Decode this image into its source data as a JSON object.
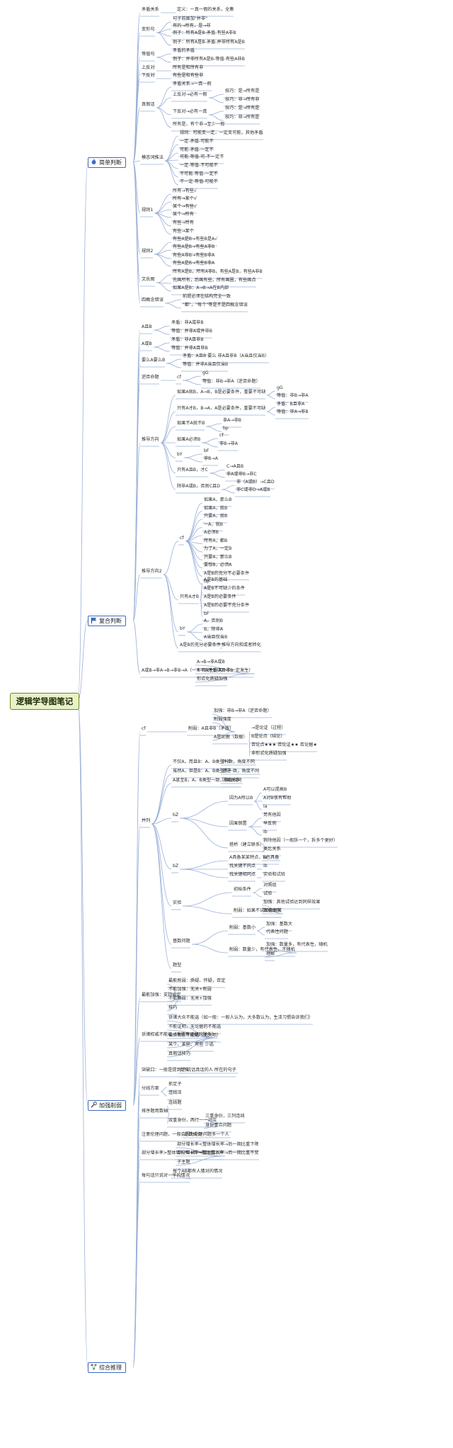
{
  "root": "逻辑学导图笔记",
  "categories": [
    "简单判断",
    "复合判断",
    "加强削弱",
    "综合推理"
  ],
  "category_icons": [
    "flame-icon",
    "flag-icon",
    "tools-icon",
    "network-icon"
  ],
  "accent": "#3f6bc4",
  "root_color": "#e8f1c8",
  "lines": [
    "矛盾关系",
    "定义：一真一假的关系，全集",
    "变形句",
    "句子前面加\"并非\"",
    "有的→所有，是→非",
    "例子：所有A是B-矛盾-有些A非B",
    "例子：所有A是B-矛盾-并非所有A是B",
    "等值句",
    "矛盾的矛盾",
    "例子：并非所有A是B-等值-有些A非B",
    "上反对",
    "所有是和所有非",
    "下反对",
    "有些是和有些非",
    "真假话",
    "矛盾关系→一真一假",
    "上反对→必有一假",
    "技巧：是→所有是",
    "技巧：非→所有非",
    "下反对→必有一真",
    "技巧：是→所有是",
    "技巧：非→所有是",
    "所有是，有个非→至少一假",
    "模态词推法",
    "规则：可能变一定，一定变可能，其他矛盾",
    "一定-矛盾-可能不",
    "可能-矛盾-一定不",
    "可能-等值-可-不一定不",
    "一定-等值-不可能不",
    "不可能-等值-一定不",
    "不一定-等值-可能不",
    "规则1",
    "所有→有些√",
    "所有→某个√",
    "某个→有些√",
    "某个→所有",
    "有些→所有",
    "有些→某个",
    "规则2",
    "有些A是B→有些B是A√",
    "有些A是B→有些A非B",
    "有些A非B→有些B非A",
    "有些A是B→有些B非A",
    "文氏图",
    "所有A是B，所有A非B，有些A是B，有些A非B",
    "先画所有，后画有些，所有画圈，有些画点",
    "如果A是B：A→B→A在B内部",
    "四概念错误",
    "前提必须在结构完全一致",
    "\"都\"，\"每个\"等是不是四概念错误",
    "A且B",
    "矛盾：非A或非B",
    "等值：并非A或并非B",
    "A或B",
    "矛盾：非A且非B",
    "等值：并非A且非B",
    "要么A要么B",
    "矛盾：A且B 要么 非A且非B（A当且仅当B）",
    "等值：并非A当且仅当B",
    "逆否命题",
    "cf",
    "gG",
    "等值：非B→非A（逆否命题）",
    "推导方向",
    "如果A就B，A→B，B是必要条件，重要不可缺",
    "gG",
    "等值：非B→非A",
    "只有A才B，B→A，A是必要条件，重要不可缺",
    "矛盾：B且非A",
    "等值：非A→非B",
    "如果不A就不B",
    "非A→非B",
    "bp",
    "如果A必须B",
    "cf",
    "非B→非A",
    "bY",
    "bF",
    "非B→A",
    "只有A且B，才C",
    "C→A且B",
    "非A或非B→非C",
    "除非A或B，否则C且D",
    "非（A或B）→C且D",
    "非C或非D→A或B",
    "推导方向2",
    "cf",
    "如果A，那么B",
    "如果A，就B",
    "只要A，就B",
    "一A，就B",
    "A必须B",
    "所有A，都B",
    "为了A，一定B",
    "只要A，那么B",
    "要想B，必须A",
    "A是B的充分不必要条件",
    "bp",
    "只有A才B",
    "A是B的基础",
    "A是B不可缺少的条件",
    "A是B的必要条件",
    "A是B的必要不充分条件",
    "bF",
    "bY",
    "A，否则B",
    "B，除非A",
    "A当且仅当B",
    "A是B的充分必要条件",
    "推导方向和或者转化",
    "A或B→非A→B→非B→A（一个不发生则另一个一定发生）",
    "A→B→非A或B",
    "A→B-矛盾-A且非B",
    "形式化质疑加强",
    "cf",
    "削弱：A且非B（矛盾）",
    "加强：非B→非A（逆否命题）",
    "削弱强度",
    "A是论据（数据）",
    "→是论证（过程）",
    "B是论点（结论）",
    "否论点★★★ 否论证★★ 否论据★",
    "非形式化质疑加强",
    "并列",
    "不仅A，而且B：A、B类型一致，角度不同",
    "转折",
    "虽然A，但是B：A、B类型不一致，角度不同",
    "递进",
    "A甚至B，A、B类型一致，角度相同",
    "因果关系",
    "bZ",
    "因为A所以B",
    "A可以提高B",
    "A对B很有帮助",
    "ia",
    "因果倒置",
    "另有他因",
    "举反例",
    "ib",
    "搭桥（建立联系）",
    "拆除他因（一般拆一个，拆多个更好）",
    "类比关系",
    "bZ",
    "A具备某某特点，B也具备",
    "ia",
    "找关键不同点",
    "ib",
    "找关键相同点",
    "实验和试验",
    "实验",
    "初始条件",
    "对照组",
    "试验",
    "削弱：如果不试验会更某",
    "加强：其他试验达到同样效果",
    "数据比例",
    "基数问题",
    "削弱：基数小",
    "加强：基数大",
    "代表性问题",
    "削弱：数量少，有代表性，不随机",
    "加强：数量多，有代表性，随机",
    "理解",
    "题型",
    "最能加强：支持肯定",
    "最能削弱：质疑、怀疑，否定",
    "不能加强：无关+削弱",
    "不能削弱：无关+加强",
    "技巧",
    "诉诸权威不能选（专家有证据的除外）",
    "诉诸大众不能选（如一般：一般人认为，大多数认为，生活习惯告诉我们）",
    "不能证明，无论据的不能选",
    "偷换概念不能选（无关项）",
    "某个、某些、有些 少选",
    "真假话技巧",
    "突破口：一般是提到了 说话真话的人 所在的句子",
    "倒推",
    "分线方案",
    "抓足子",
    "连线法",
    "排序题用数轴",
    "连线题",
    "双重身份，两行一一对应",
    "三重身份，三列连线",
    "身份重合问题",
    "注意伦理问题，一般会因为伦理问题多一个人",
    "逆数结合",
    "部分增长率>整体增长率→后一期比重上升",
    "部分增长率<整体增长率→后一期比重下降",
    "部分增长率=整体增长率→后一期比重不变",
    "子主题",
    "每句话只说对一半的情况",
    "每个AB都有人猜对的情况"
  ]
}
